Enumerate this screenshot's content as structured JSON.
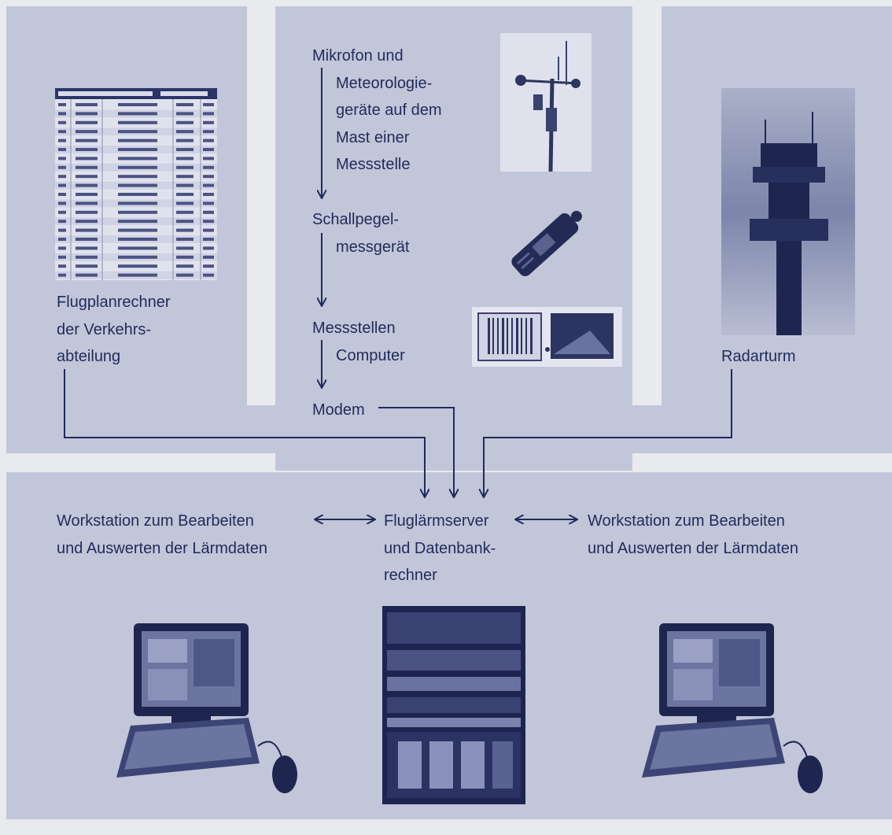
{
  "labels": {
    "flugplan": [
      "Flugplanrechner",
      "der Verkehrs-",
      "abteilung"
    ],
    "mikrofon": [
      "Mikrofon und",
      "Meteorologie-",
      "geräte auf dem",
      "Mast einer",
      "Messstelle"
    ],
    "schallpegel": [
      "Schallpegel-",
      "messgerät"
    ],
    "messstellen": [
      "Messstellen",
      "Computer"
    ],
    "modem": "Modem",
    "radarturm": "Radarturm",
    "server": [
      "Fluglärmserver",
      "und Datenbank-",
      "rechner"
    ],
    "ws_left": [
      "Workstation zum Bearbeiten",
      "und Auswerten der Lärmdaten"
    ],
    "ws_right": [
      "Workstation zum Bearbeiten",
      "und Auswerten der Lärmdaten"
    ]
  },
  "colors": {
    "ink": "#1f2b5a",
    "panel": "#c2c6d9",
    "background": "#e9eaee"
  },
  "images": [
    "flight-plan-table",
    "meteorology-mast",
    "sound-level-meter",
    "measurement-computer",
    "radar-tower",
    "server-rack",
    "workstation-left",
    "workstation-right"
  ]
}
